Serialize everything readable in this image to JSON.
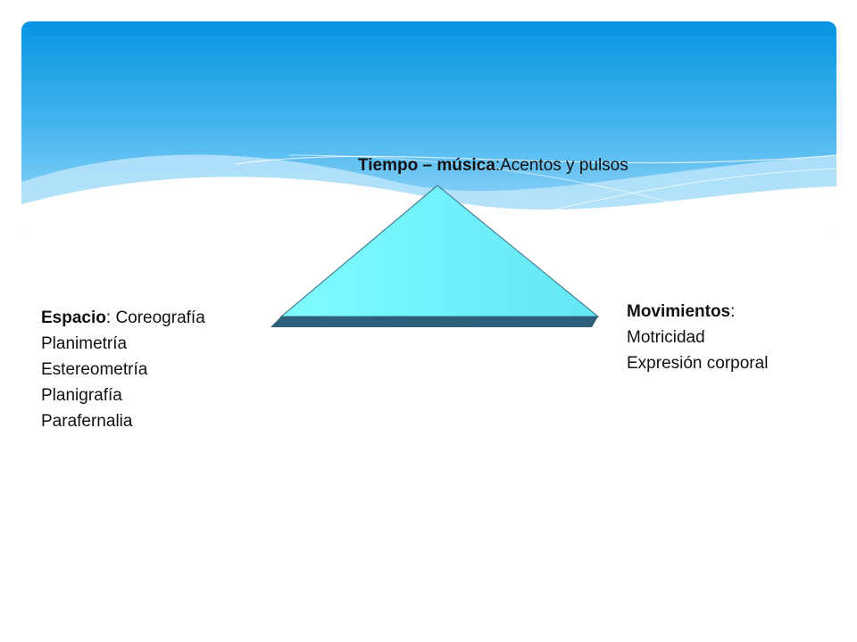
{
  "colors": {
    "banner_top": "#0594e2",
    "banner_bottom": "#9bd8f8",
    "triangle_fill_light": "#7ffcff",
    "triangle_fill_dark": "#5fe2f2",
    "triangle_base": "#2e5f7a"
  },
  "tiempo": {
    "title": "Tiempo – música",
    "separator": ":",
    "rest": "Acentos y pulsos"
  },
  "espacio": {
    "title": "Espacio",
    "separator": ": ",
    "first": "Coreografía",
    "items": [
      "Planimetría",
      "Estereometría",
      "Planigrafía",
      "Parafernalia"
    ]
  },
  "movimientos": {
    "title": "Movimientos",
    "separator": ":",
    "items": [
      "Motricidad",
      "Expresión corporal"
    ]
  }
}
